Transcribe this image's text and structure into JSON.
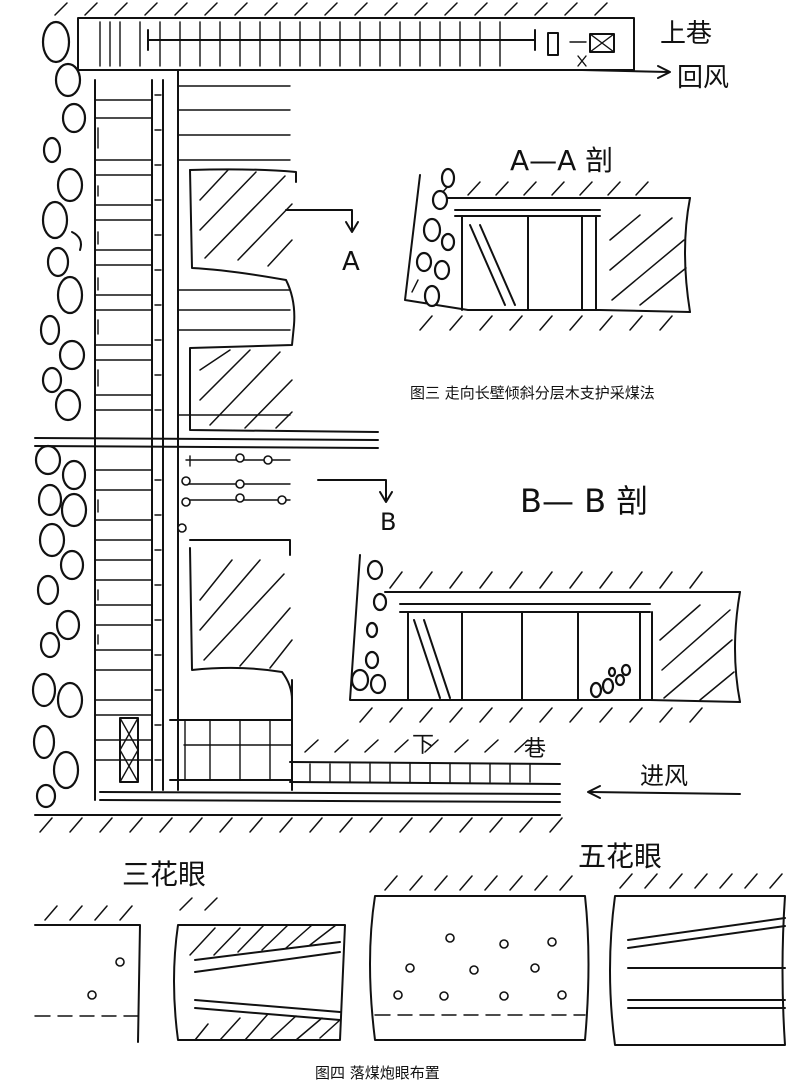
{
  "labels": {
    "upper_roadway": "上巷",
    "return_air": "回风",
    "lower_roadway_left": "下",
    "lower_roadway_right": "巷",
    "intake_air": "进风",
    "section_a_arrow": "A",
    "section_b_arrow": "B",
    "section_aa_title": "A—A 剖",
    "section_bb_title": "B— B 剖",
    "three_hole_title": "三花眼",
    "five_hole_title": "五花眼"
  },
  "captions": {
    "figure3": "图三    走向长壁倾斜分层木支护采煤法",
    "figure4": "图四    落煤炮眼布置"
  }
}
